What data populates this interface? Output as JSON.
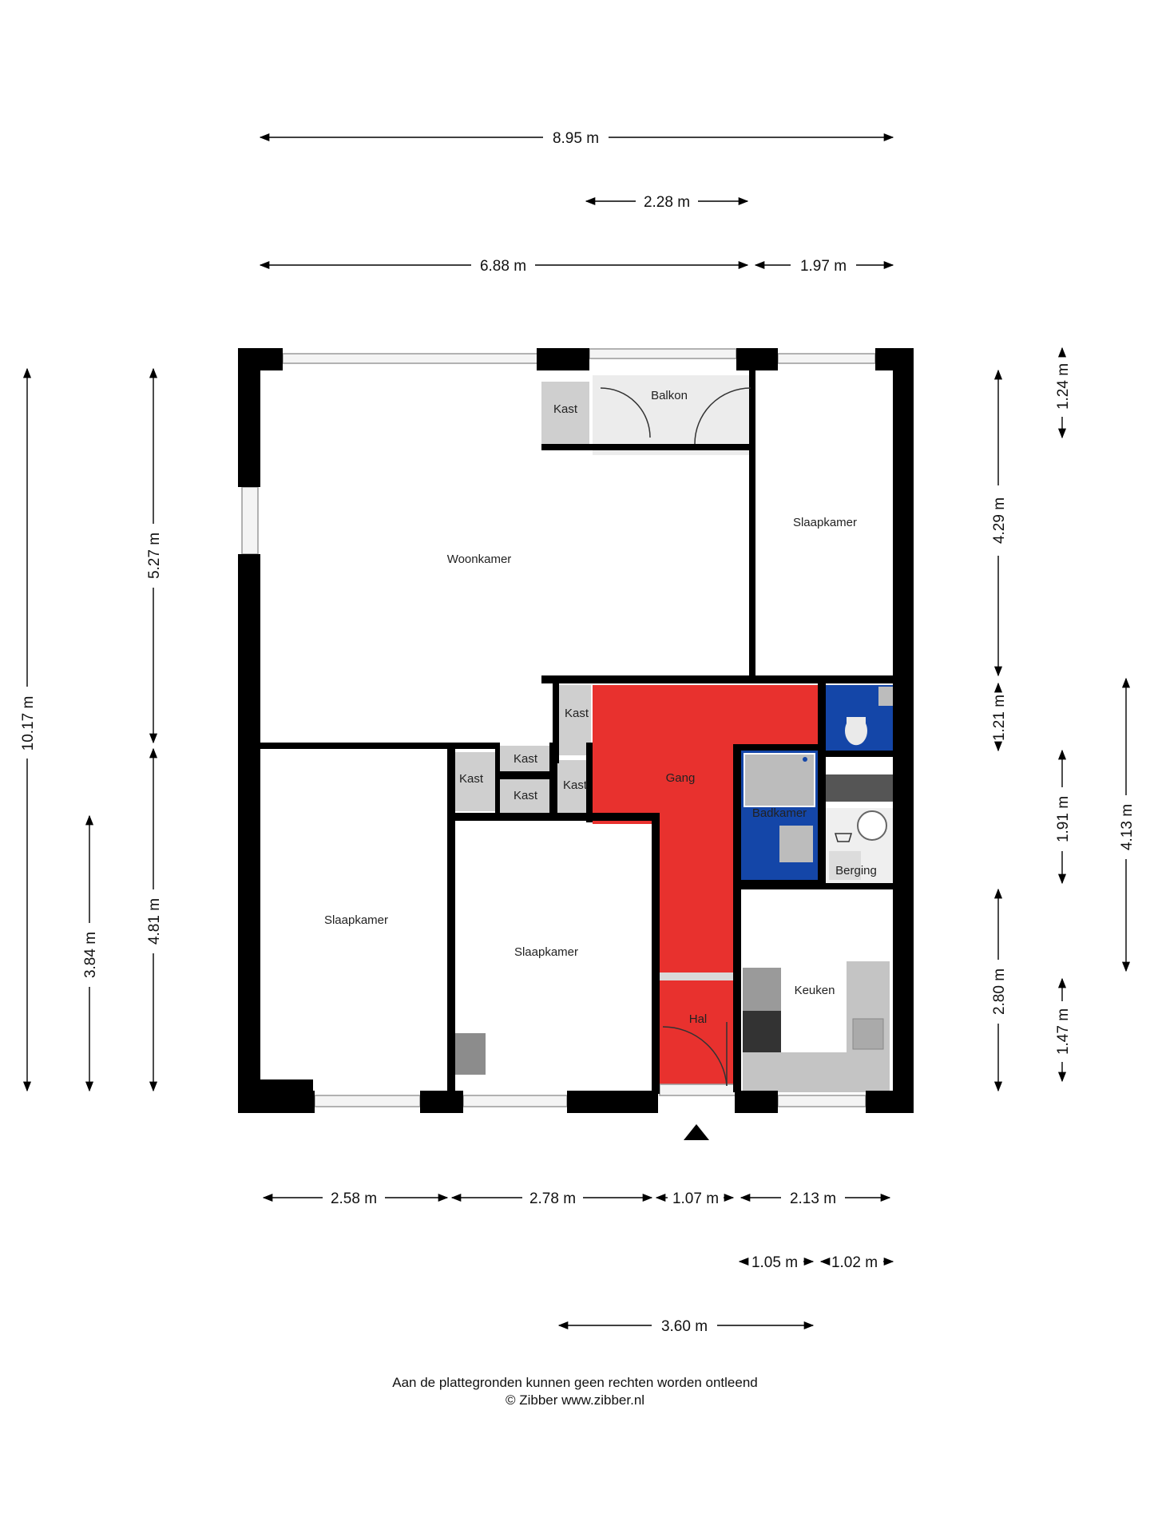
{
  "colors": {
    "wall": "#000000",
    "hall": "#e8312e",
    "bath": "#1446a8",
    "fixture": "#bdbdbd",
    "kast": "#c8c8c8",
    "window": "#f2f2f2"
  },
  "rooms": {
    "woonkamer": "Woonkamer",
    "slaapkamer_ne": "Slaapkamer",
    "slaapkamer_sw": "Slaapkamer",
    "slaapkamer_s": "Slaapkamer",
    "balkon": "Balkon",
    "gang": "Gang",
    "hal": "Hal",
    "badkamer": "Badkamer",
    "berging": "Berging",
    "keuken": "Keuken",
    "kast_balkon": "Kast",
    "kast_gang": "Kast",
    "kast_left": "Kast",
    "kast_mid_top": "Kast",
    "kast_mid_bottom": "Kast",
    "kast_right": "Kast"
  },
  "dimensions": {
    "top": {
      "total": "8.95 m",
      "balcony": "2.28 m",
      "left": "6.88 m",
      "right": "1.97 m"
    },
    "bottom": {
      "d1": "2.58 m",
      "d2": "2.78 m",
      "d3": "1.07 m",
      "d4": "2.13 m",
      "d5": "1.05 m",
      "d6": "1.02 m",
      "d7": "3.60 m"
    },
    "left": {
      "total": "10.17 m",
      "upper": "5.27 m",
      "lower": "4.81 m",
      "inner": "3.84 m"
    },
    "right": {
      "r1": "1.24 m",
      "r2": "4.29 m",
      "r3": "1.21 m",
      "r4": "1.91 m",
      "r5": "4.13 m",
      "r6": "2.80 m",
      "r7": "1.47 m"
    }
  },
  "footer": {
    "line1": "Aan de plattegronden kunnen geen rechten worden ontleend",
    "line2": "© Zibber www.zibber.nl"
  },
  "icons": {
    "entrance": "entrance-arrow-icon"
  }
}
